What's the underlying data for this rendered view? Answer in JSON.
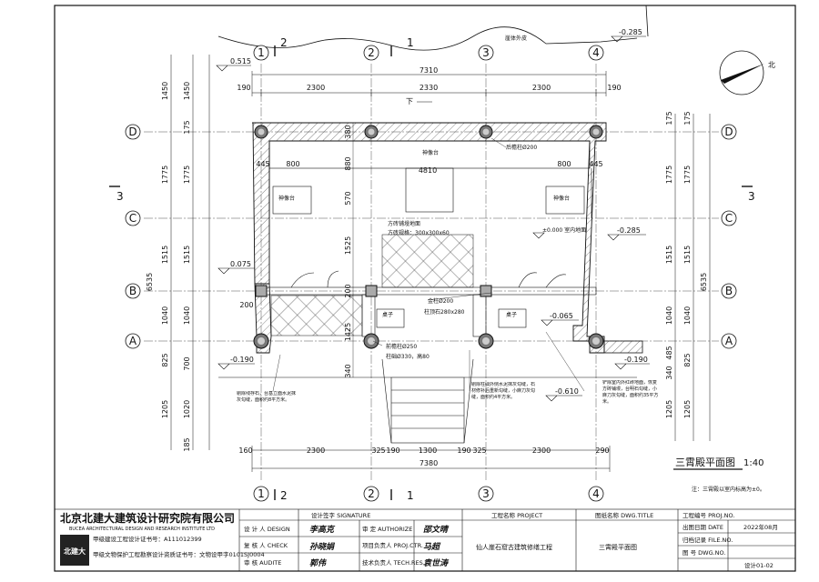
{
  "axes": {
    "top": [
      "1",
      "2",
      "3",
      "4"
    ],
    "rows": [
      "D",
      "C",
      "B",
      "A"
    ],
    "section_top": [
      "2",
      "1"
    ],
    "section_bottom": [
      "2",
      "1"
    ],
    "section_side": "3"
  },
  "dims": {
    "top_total": "7310",
    "top_seg": [
      "190",
      "2300",
      "2330",
      "2300",
      "190"
    ],
    "bottom_total": "7380",
    "bottom_seg": [
      "160",
      "2300",
      "325",
      "190",
      "1300",
      "190",
      "325",
      "2300",
      "290"
    ],
    "left_outer": [
      "1450",
      "1775",
      "1515",
      "1040",
      "825",
      "1205"
    ],
    "left_total": "6535",
    "left_inner": [
      "1450",
      "175",
      "1775",
      "1515",
      "1040",
      "700",
      "1020",
      "185"
    ],
    "right_outer": [
      "175",
      "1775",
      "1515",
      "1040",
      "825",
      "1205"
    ],
    "right_total": "6535",
    "right_inner": [
      "175",
      "1775",
      "1515",
      "1040",
      "485",
      "340",
      "1205"
    ],
    "shrine": [
      "445",
      "800",
      "4810",
      "800",
      "445"
    ],
    "mid_vertical": [
      "380",
      "880",
      "570",
      "1525",
      "200",
      "1425",
      "340"
    ],
    "small_200": "200"
  },
  "levels": {
    "ne": "-0.285",
    "nw": "0.515",
    "east_c": "-0.285",
    "west_b": "0.075",
    "center_a": "-0.065",
    "sw": "-0.190",
    "se": "-0.190",
    "south_stair": "-0.610",
    "floor": "±0.000 室内地面"
  },
  "labels": {
    "mountain": "崖体外皮",
    "down": "下",
    "shrine_top": "神像台",
    "shrine_left": "神像台",
    "shrine_right": "神像台",
    "paving_1": "方砖铺墁地面",
    "paving_2": "方砖规格：300x300x60",
    "back_col": "后檐柱Ø200",
    "gold_col": "金柱Ø200",
    "col_base": "柱顶石280x280",
    "eave_col": "前檐柱Ø250",
    "eave_base": "柱础Ø330，高80",
    "seat_left": "桌子",
    "seat_right": "桌子",
    "note_left": "剔除残存石，台基立面水泥抹灰勾缝，面积约8平方米。",
    "note_mid": "剔除柱础外侧水泥抹灰勾缝，石材修补后重新勾缝，小麻刀灰勾缝，面积约4平方米。",
    "note_right": "铲除室内外红砖地面，恢复方砖铺墁，台明石勾缝，小麻刀灰勾缝，面积约35平方米。",
    "drawing_title": "三霄殿平面图",
    "scale": "1:40",
    "note_bottom": "注：三霄殿以室内标高为±0。",
    "north": "北"
  },
  "titleblock": {
    "company_cn": "北京北建大建筑设计研究院有限公司",
    "company_en": "BUCEA ARCHITECTURAL DESIGN AND RESEARCH INSTITUTE LTD",
    "cert1": "甲级建设工程设计证书号：A111012399",
    "cert2": "甲级文物保护工程勘察设计资质证书号：文物设甲字0101SJ0004",
    "logo": "北建大",
    "sig_header": "设计签字  SIGNATURE",
    "design_lbl": "设 计 人  DESIGN",
    "design_sig": "李高克",
    "check_lbl": "复 核 人  CHECK",
    "check_sig": "孙晓娟",
    "audit_lbl": "审    核  AUDITE",
    "audit_sig": "郭伟",
    "authorize_lbl": "审  定  AUTHORIZE",
    "authorize_sig": "邵文晴",
    "projctr_lbl": "项目负责人  PROJ.CTR.",
    "projctr_sig": "马超",
    "techres_lbl": "技术负责人  TECH.RES.",
    "techres_sig": "袁世涛",
    "project_hdr": "工程名称  PROJECT",
    "project": "仙人崖石窟古建筑修缮工程",
    "dwgtitle_hdr": "图纸名称  DWG.TITLE",
    "dwgtitle": "三霄殿平面图",
    "projno_lbl": "工程编号  PROJ.NO.",
    "projno": "",
    "date_lbl": "出图日期   DATE",
    "date": "2022年08月",
    "fileno_lbl": "归档记录  FILE.NO.",
    "fileno": "",
    "dwgno_lbl": "图    号  DWG.NO.",
    "dwgno": "设计01-02"
  },
  "colors": {
    "line": "#111111",
    "hatch": "#333333"
  }
}
